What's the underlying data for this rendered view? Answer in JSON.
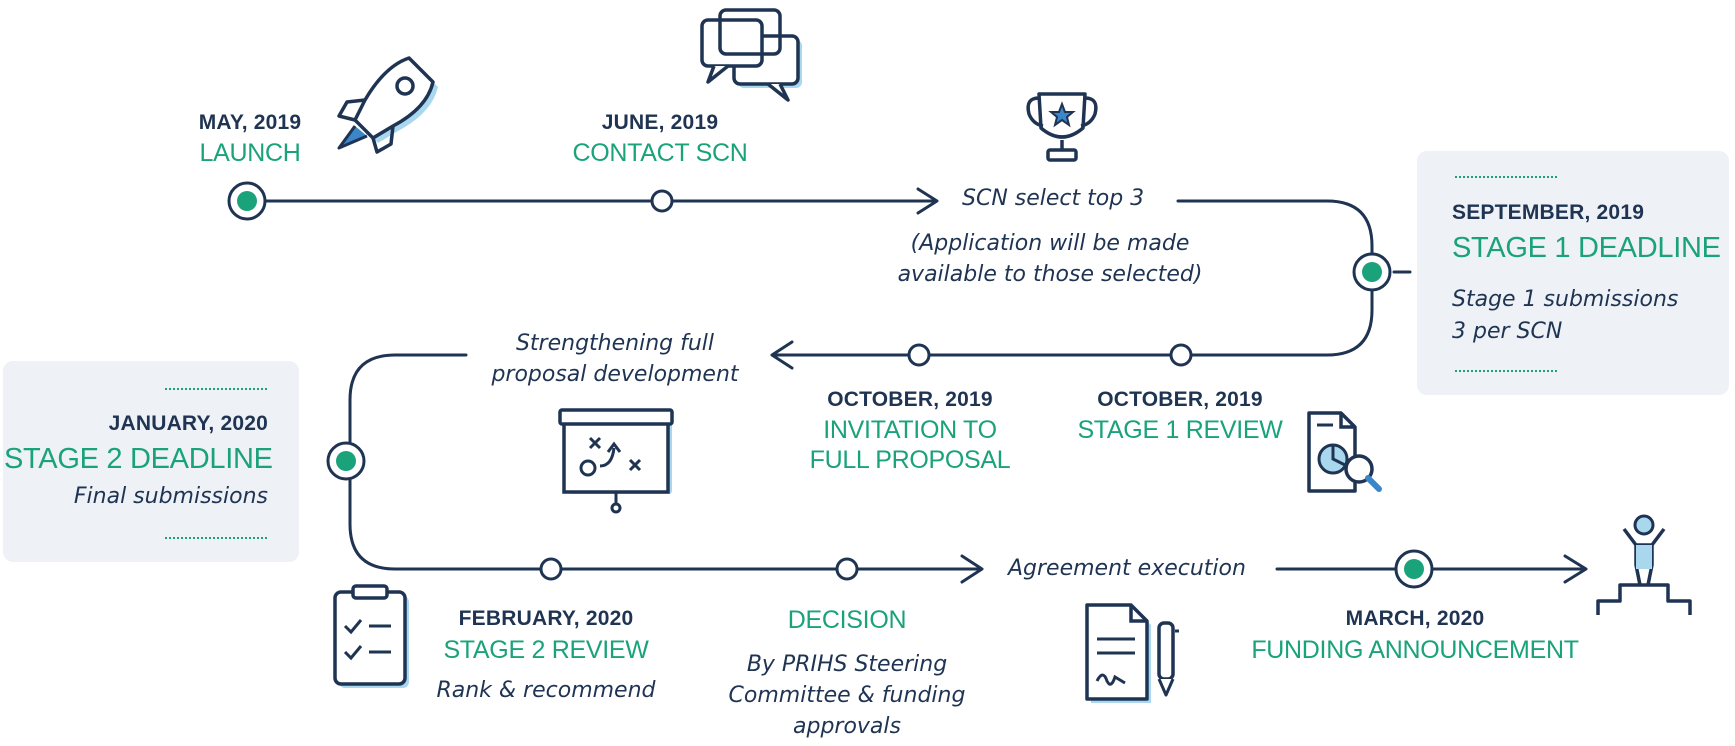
{
  "colors": {
    "navy": "#1f3453",
    "green": "#1aa37a",
    "box_bg": "#eef1f5",
    "icon_shadow": "#a9d8ee"
  },
  "icons": [
    "rocket-icon",
    "chat-bubbles-icon",
    "trophy-icon",
    "document-search-icon",
    "strategy-board-icon",
    "checklist-clipboard-icon",
    "contract-signature-icon",
    "podium-winner-icon"
  ],
  "milestones": {
    "launch": {
      "date": "MAY, 2019",
      "title": "LAUNCH"
    },
    "contact": {
      "date": "JUNE, 2019",
      "title": "CONTACT SCN"
    },
    "select": {
      "text": "SCN select top 3",
      "note_line1": "(Application will be made",
      "note_line2": "available to those selected)"
    },
    "stage1": {
      "date": "SEPTEMBER, 2019",
      "title": "STAGE 1 DEADLINE",
      "desc_line1": "Stage 1 submissions",
      "desc_line2": "3 per SCN"
    },
    "review1": {
      "date": "OCTOBER, 2019",
      "title": "STAGE 1 REVIEW"
    },
    "invite": {
      "date": "OCTOBER, 2019",
      "title_line1": "INVITATION TO",
      "title_line2": "FULL PROPOSAL"
    },
    "strengthen": {
      "line1": "Strengthening full",
      "line2": "proposal development"
    },
    "stage2": {
      "date": "JANUARY, 2020",
      "title": "STAGE 2 DEADLINE",
      "desc": "Final submissions"
    },
    "review2": {
      "date": "FEBRUARY, 2020",
      "title": "STAGE 2 REVIEW",
      "desc": "Rank & recommend"
    },
    "decision": {
      "title": "DECISION",
      "desc_line1": "By PRIHS Steering",
      "desc_line2": "Committee & funding",
      "desc_line3": "approvals"
    },
    "agreement": {
      "text": "Agreement execution"
    },
    "funding": {
      "date": "MARCH, 2020",
      "title": "FUNDING ANNOUNCEMENT"
    }
  }
}
